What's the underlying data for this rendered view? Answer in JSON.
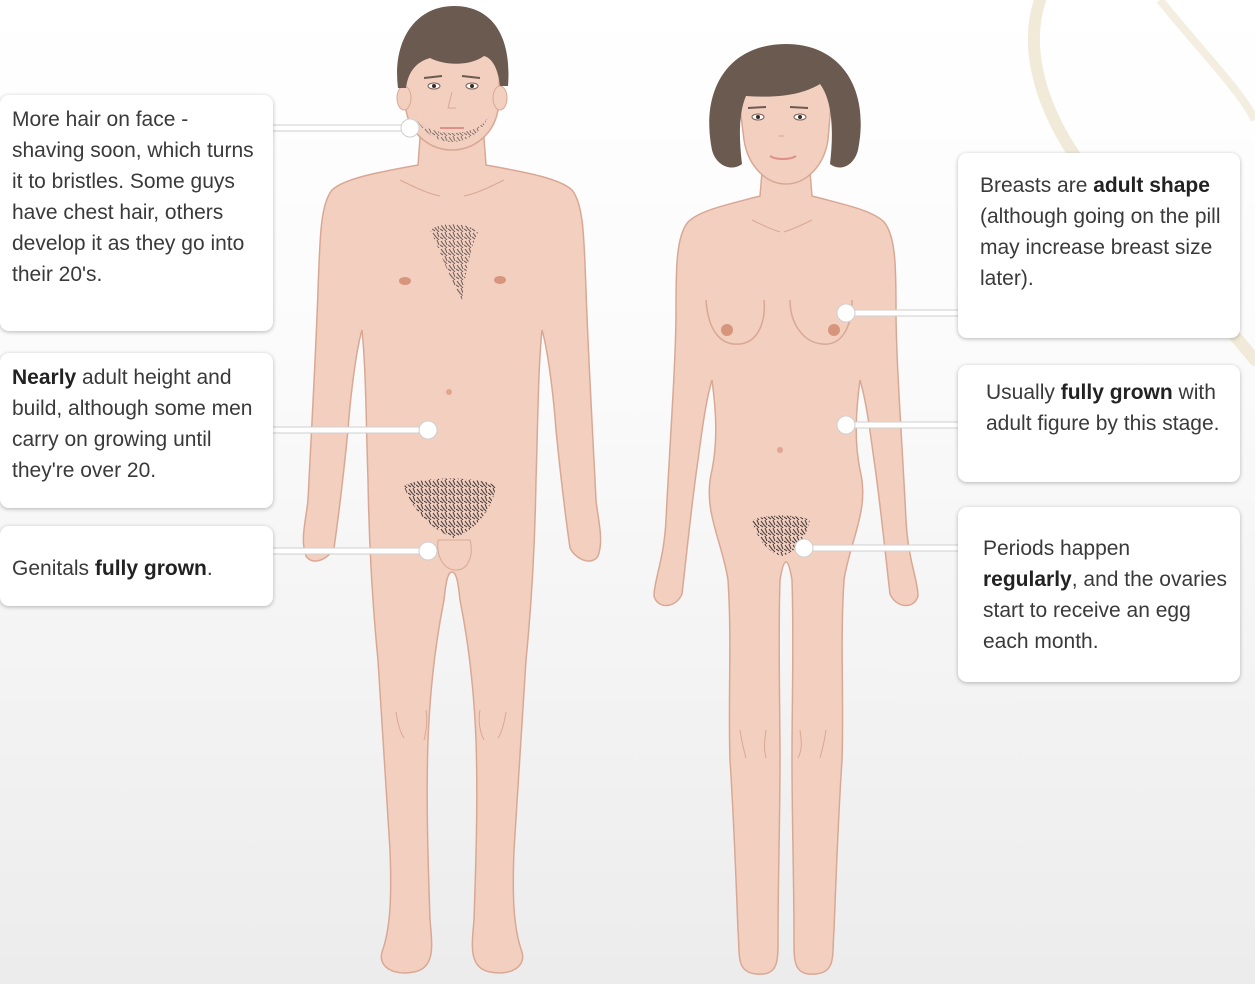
{
  "callouts": {
    "face_hair": {
      "text": "More hair on face - shaving soon, which turns it to bristles. Some guys have chest hair, others develop it as they go into their 20's."
    },
    "height": {
      "bold": "Nearly",
      "text_after": " adult height and build, although some men carry on growing until they're over 20."
    },
    "genitals": {
      "text_before": "Genitals ",
      "bold": "fully grown",
      "text_after": "."
    },
    "breasts": {
      "text_before": "Breasts are ",
      "bold": "adult shape",
      "text_after": " (although going on the pill may increase breast size later)."
    },
    "figure": {
      "text_before": "Usually ",
      "bold": "fully grown",
      "text_after": " with adult figure by this stage."
    },
    "periods": {
      "text_before": "Periods happen ",
      "bold": "regularly",
      "text_after": ", and the ovaries start to receive an egg each month."
    }
  },
  "colors": {
    "skin": "#f3cfc0",
    "skin_outline": "#d9a894",
    "hair": "#6b5a50",
    "body_hair": "#4a4040",
    "connector": "#ffffff",
    "swirl": "#f1ead8"
  }
}
